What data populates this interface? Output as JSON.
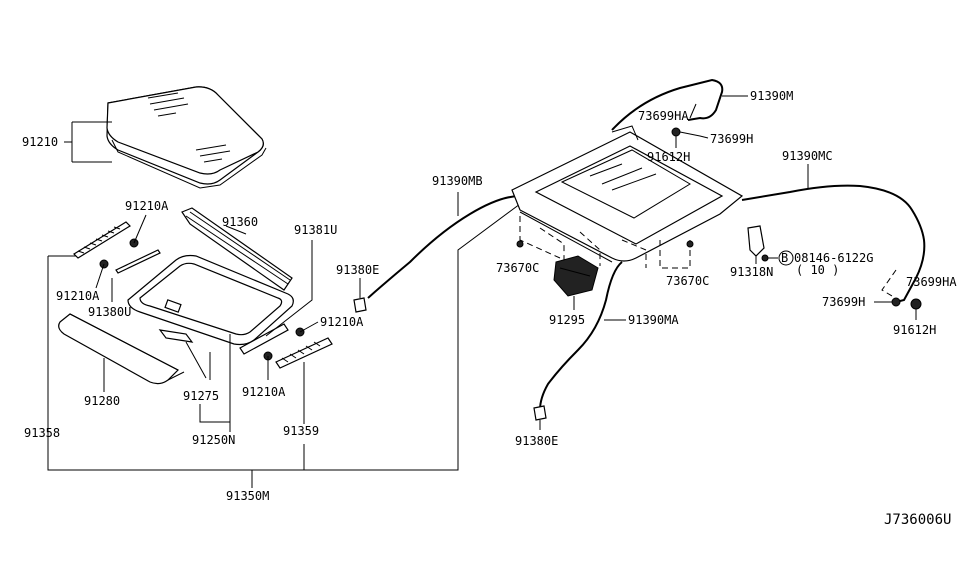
{
  "diagram_code": "J736006U",
  "labels": {
    "l91210": "91210",
    "l91210A_1": "91210A",
    "l91210A_2": "91210A",
    "l91210A_3": "91210A",
    "l91210A_4": "91210A",
    "l91360": "91360",
    "l91381U": "91381U",
    "l91380U": "91380U",
    "l91380E_1": "91380E",
    "l91380E_2": "91380E",
    "l91280": "91280",
    "l91275": "91275",
    "l91250N": "91250N",
    "l91358": "91358",
    "l91359": "91359",
    "l91350M": "91350M",
    "l91390MB": "91390MB",
    "l91390M": "91390M",
    "l91390MC": "91390MC",
    "l91390MA": "91390MA",
    "l73699HA_1": "73699HA",
    "l73699HA_2": "73699HA",
    "l73699H_1": "73699H",
    "l73699H_2": "73699H",
    "l91612H_1": "91612H",
    "l91612H_2": "91612H",
    "l73670C_1": "73670C",
    "l73670C_2": "73670C",
    "l91295": "91295",
    "l91318N": "91318N",
    "l08146": "08146-6122G",
    "l08146_qty": "( 10 )",
    "bolt_mark": "B"
  }
}
